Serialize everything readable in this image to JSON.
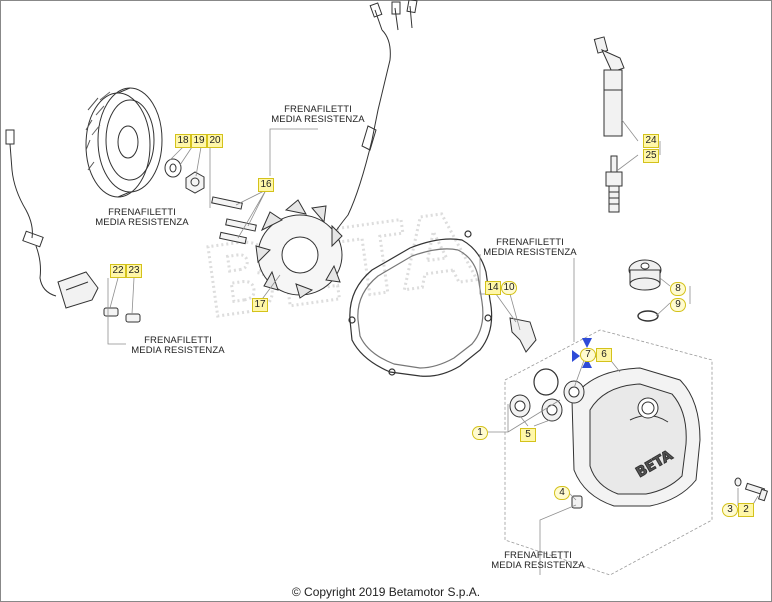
{
  "notes": {
    "stator": [
      "FRENAFILETTI",
      "MEDIA RESISTENZA"
    ],
    "flywheel": [
      "FRENAFILETTI",
      "MEDIA RESISTENZA"
    ],
    "pickup": [
      "FRENAFILETTI",
      "MEDIA RESISTENZA"
    ],
    "cover": [
      "FRENAFILETTI",
      "MEDIA RESISTENZA"
    ],
    "bottom": [
      "FRENAFILETTI",
      "MEDIA RESISTENZA"
    ]
  },
  "callouts": {
    "c1": "1",
    "c2": "2",
    "c3": "3",
    "c4": "4",
    "c5": "5",
    "c6": "6",
    "c7": "7",
    "c8": "8",
    "c9": "9",
    "c14_10": [
      "14",
      "10"
    ],
    "c16": "16",
    "c17": "17",
    "c18_19_20": [
      "18",
      "19",
      "20"
    ],
    "c22_23": [
      "22",
      "23"
    ],
    "c24": "24",
    "c25": "25"
  },
  "watermark": "BETA",
  "copyright": "© Copyright 2019 Betamotor S.p.A.",
  "colors": {
    "callout_fill": "#fff7a8",
    "callout_border": "#d4c21b",
    "leader": "#9a9a9a",
    "arrow": "#2e4bd8",
    "line": "#333333"
  }
}
